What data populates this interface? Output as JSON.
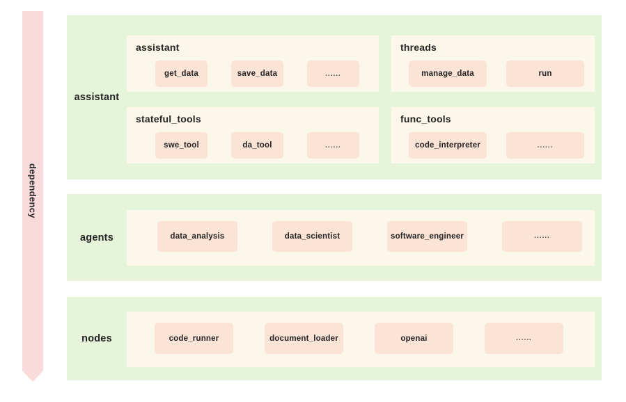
{
  "diagram": {
    "dependency_arrow": {
      "label": "dependency",
      "color": "#fadbdb",
      "direction": "down"
    },
    "colors": {
      "layer_background": "#e6f4da",
      "group_background": "#fcf8e9",
      "pill_background": "#fbe3d5",
      "arrow_background": "#fadbdb",
      "text": "#242424",
      "page_background": "#ffffff"
    },
    "layers": [
      {
        "label": "assistant",
        "groups": [
          {
            "title": "assistant",
            "items": [
              {
                "label": "get_data"
              },
              {
                "label": "save_data"
              },
              {
                "label": "......"
              }
            ]
          },
          {
            "title": "threads",
            "items": [
              {
                "label": "manage_data"
              },
              {
                "label": "run"
              }
            ]
          },
          {
            "title": "stateful_tools",
            "items": [
              {
                "label": "swe_tool"
              },
              {
                "label": "da_tool"
              },
              {
                "label": "......"
              }
            ]
          },
          {
            "title": "func_tools",
            "items": [
              {
                "label": "code_interpreter"
              },
              {
                "label": "......"
              }
            ]
          }
        ]
      },
      {
        "label": "agents",
        "groups": [
          {
            "title": "",
            "items": [
              {
                "label": "data_analysis"
              },
              {
                "label": "data_scientist"
              },
              {
                "label": "software_engineer"
              },
              {
                "label": "......"
              }
            ]
          }
        ]
      },
      {
        "label": "nodes",
        "groups": [
          {
            "title": "",
            "items": [
              {
                "label": "code_runner"
              },
              {
                "label": "document_loader"
              },
              {
                "label": "openai"
              },
              {
                "label": "......"
              }
            ]
          }
        ]
      }
    ]
  }
}
